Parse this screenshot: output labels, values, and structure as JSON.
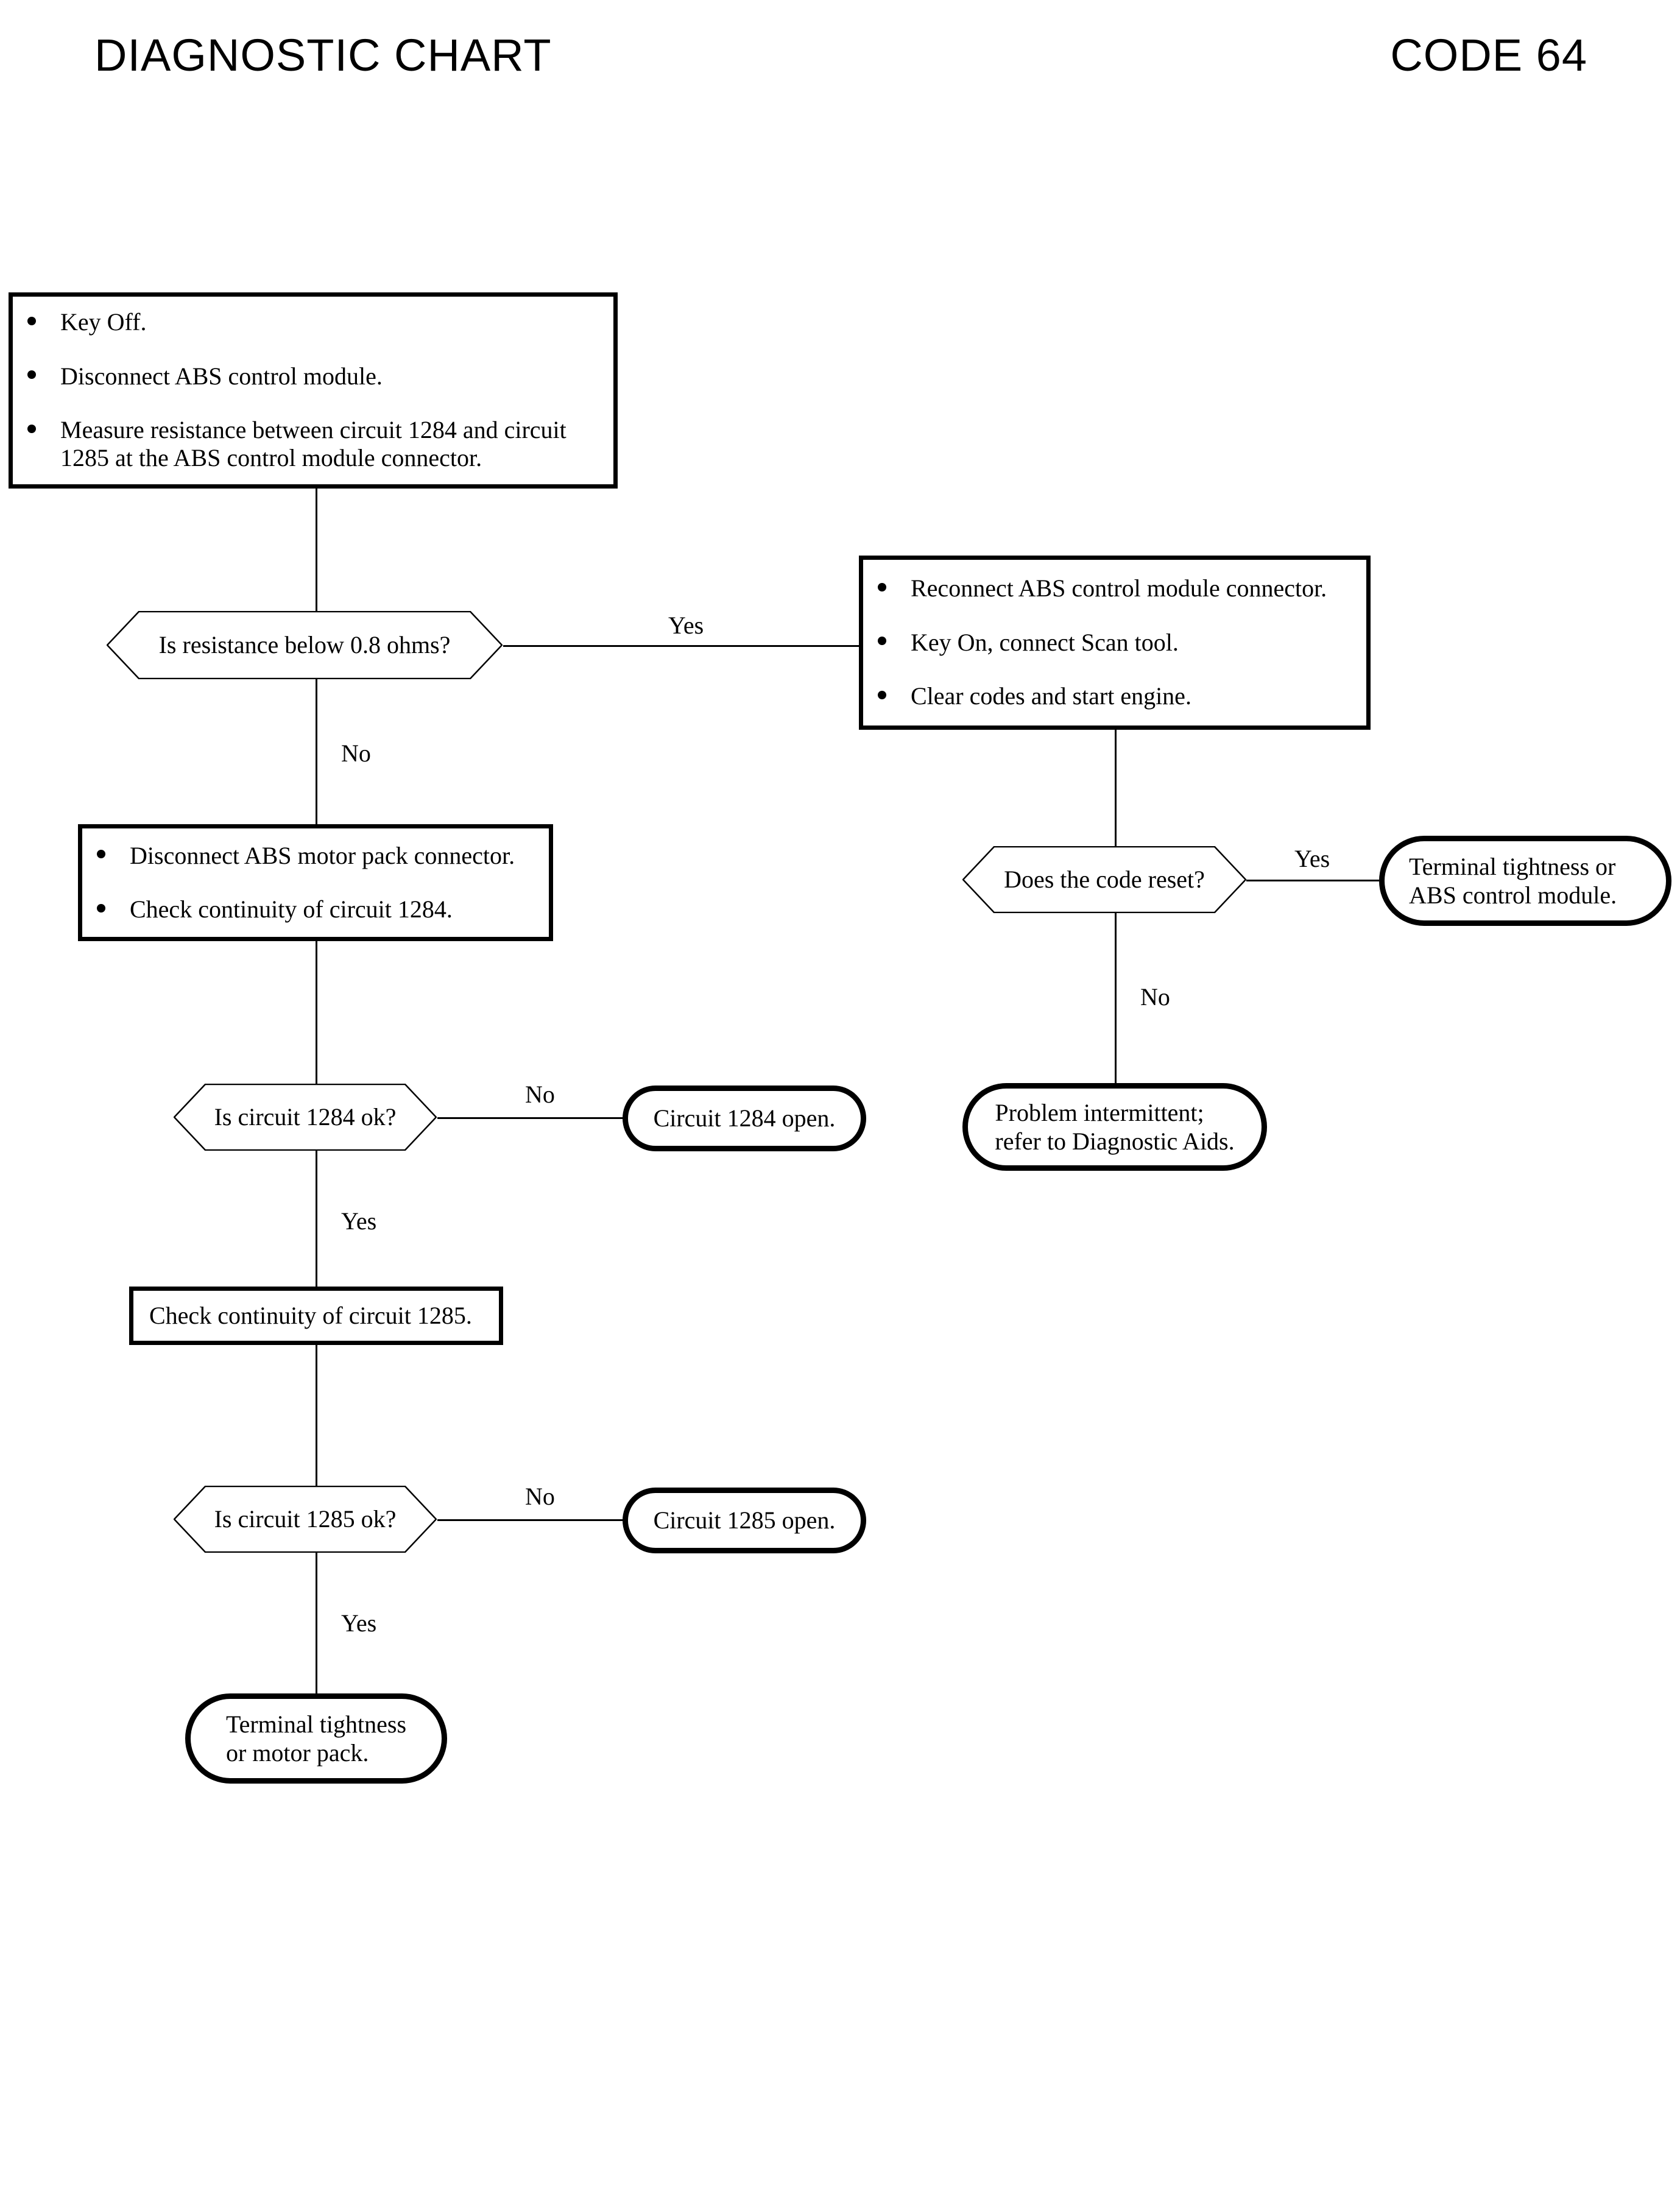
{
  "header": {
    "title": "DIAGNOSTIC CHART",
    "code": "CODE 64"
  },
  "chart_data": {
    "type": "flowchart",
    "title": "DIAGNOSTIC CHART",
    "subtitle": "CODE 64",
    "nodes": [
      {
        "id": "n1",
        "shape": "process",
        "text": "Key Off. / Disconnect ABS control module. / Measure resistance between circuit 1284 and circuit 1285 at the ABS control module connector."
      },
      {
        "id": "d1",
        "shape": "decision",
        "text": "Is resistance below 0.8 ohms?"
      },
      {
        "id": "n2",
        "shape": "process",
        "text": "Reconnect ABS control module connector. / Key On, connect Scan tool. / Clear codes and start engine."
      },
      {
        "id": "n3",
        "shape": "process",
        "text": "Disconnect ABS motor pack connector. / Check continuity of circuit 1284."
      },
      {
        "id": "d2",
        "shape": "decision",
        "text": "Does the code reset?"
      },
      {
        "id": "t1",
        "shape": "terminator",
        "text": "Terminal tightness or ABS control module."
      },
      {
        "id": "d3",
        "shape": "decision",
        "text": "Is circuit 1284 ok?"
      },
      {
        "id": "t2",
        "shape": "terminator",
        "text": "Circuit 1284 open."
      },
      {
        "id": "t3",
        "shape": "terminator",
        "text": "Problem intermittent; refer to Diagnostic Aids."
      },
      {
        "id": "n4",
        "shape": "process",
        "text": "Check continuity of circuit 1285."
      },
      {
        "id": "d4",
        "shape": "decision",
        "text": "Is circuit 1285 ok?"
      },
      {
        "id": "t4",
        "shape": "terminator",
        "text": "Circuit 1285 open."
      },
      {
        "id": "t5",
        "shape": "terminator",
        "text": "Terminal tightness or motor pack."
      }
    ],
    "edges": [
      {
        "from": "n1",
        "to": "d1",
        "label": ""
      },
      {
        "from": "d1",
        "to": "n2",
        "label": "Yes"
      },
      {
        "from": "d1",
        "to": "n3",
        "label": "No"
      },
      {
        "from": "n2",
        "to": "d2",
        "label": ""
      },
      {
        "from": "d2",
        "to": "t1",
        "label": "Yes"
      },
      {
        "from": "d2",
        "to": "t3",
        "label": "No"
      },
      {
        "from": "n3",
        "to": "d3",
        "label": ""
      },
      {
        "from": "d3",
        "to": "t2",
        "label": "No"
      },
      {
        "from": "d3",
        "to": "n4",
        "label": "Yes"
      },
      {
        "from": "n4",
        "to": "d4",
        "label": ""
      },
      {
        "from": "d4",
        "to": "t4",
        "label": "No"
      },
      {
        "from": "d4",
        "to": "t5",
        "label": "Yes"
      }
    ]
  },
  "box1": {
    "bullets": [
      "Key Off.",
      "Disconnect ABS control module.",
      "Measure resistance between circuit 1284 and circuit\n1285 at the ABS control module connector."
    ]
  },
  "decision1": {
    "text": "Is resistance below 0.8 ohms?"
  },
  "box2": {
    "bullets": [
      "Reconnect ABS control module connector.",
      "Key On, connect Scan tool.",
      "Clear codes and start engine."
    ]
  },
  "box3": {
    "bullets": [
      "Disconnect ABS motor pack connector.",
      "Check continuity of circuit 1284."
    ]
  },
  "decision2": {
    "text": "Does the code reset?"
  },
  "terminal1": {
    "line1": "Terminal tightness or",
    "line2": "ABS control module."
  },
  "decision3": {
    "text": "Is circuit 1284 ok?"
  },
  "terminal2": {
    "text": "Circuit 1284 open."
  },
  "terminal3": {
    "line1": "Problem intermittent;",
    "line2": "refer to Diagnostic Aids."
  },
  "box4": {
    "text": "Check continuity of circuit 1285."
  },
  "decision4": {
    "text": "Is circuit 1285 ok?"
  },
  "terminal4": {
    "text": "Circuit 1285 open."
  },
  "terminal5": {
    "line1": "Terminal tightness",
    "line2": "or motor pack."
  },
  "labels": {
    "yes_d1": "Yes",
    "no_d1": "No",
    "yes_d2": "Yes",
    "no_d2": "No",
    "no_d3": "No",
    "yes_d3": "Yes",
    "no_d4": "No",
    "yes_d4": "Yes"
  },
  "colors": {
    "ink": "#000000",
    "paper": "#ffffff"
  }
}
